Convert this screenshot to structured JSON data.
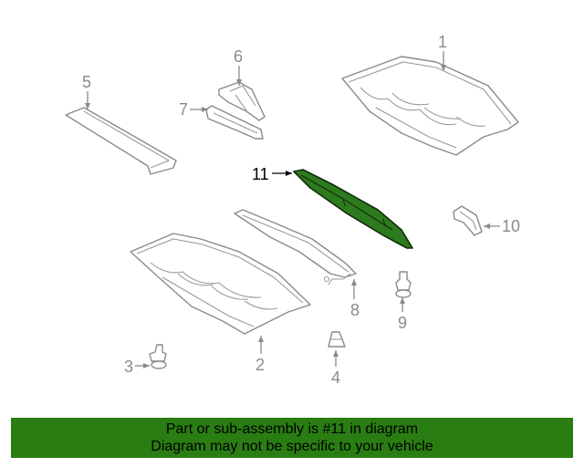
{
  "callouts": {
    "c1": "1",
    "c2": "2",
    "c3": "3",
    "c4": "4",
    "c5": "5",
    "c6": "6",
    "c7": "7",
    "c8": "8",
    "c9": "9",
    "c10": "10",
    "c11": "11"
  },
  "highlight_part": "11",
  "colors": {
    "highlight_fill": "#2e7a1e",
    "footer_background": "#2a7d12",
    "line_gray": "#8a8a8a"
  },
  "footer": {
    "line1": "Part or sub-assembly is #11 in diagram",
    "line2": "Diagram may not be specific to your vehicle"
  }
}
